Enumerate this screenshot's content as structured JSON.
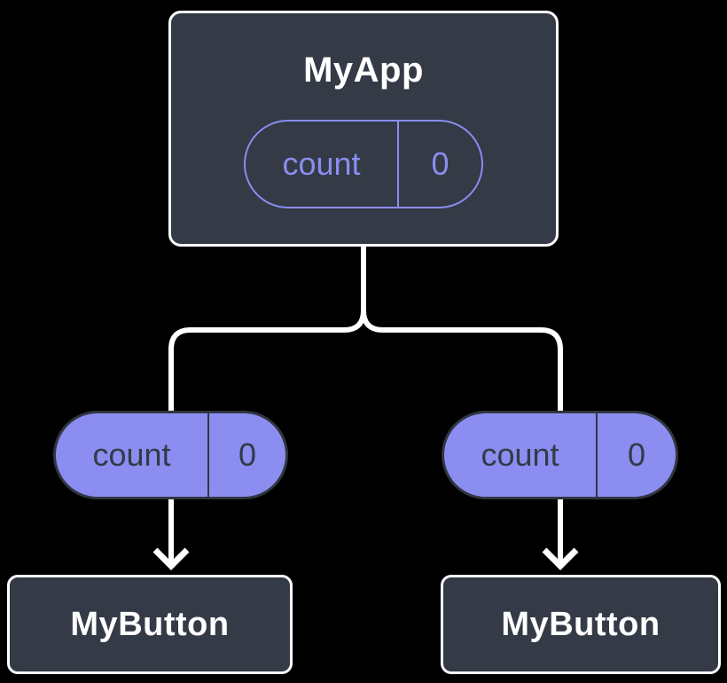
{
  "diagram": {
    "root": {
      "name": "MyApp",
      "state": {
        "label": "count",
        "value": "0"
      }
    },
    "props": [
      {
        "label": "count",
        "value": "0"
      },
      {
        "label": "count",
        "value": "0"
      }
    ],
    "children": [
      {
        "name": "MyButton"
      },
      {
        "name": "MyButton"
      }
    ],
    "colors": {
      "background": "#000000",
      "node_fill": "#343A46",
      "node_border": "#FFFFFF",
      "accent_purple_fill": "#8B8EF0",
      "accent_purple_stroke": "#8A8DF0",
      "pill_dark_outline": "#30363F",
      "pill_dark_text": "#333A47",
      "connector": "#FFFFFF"
    }
  }
}
